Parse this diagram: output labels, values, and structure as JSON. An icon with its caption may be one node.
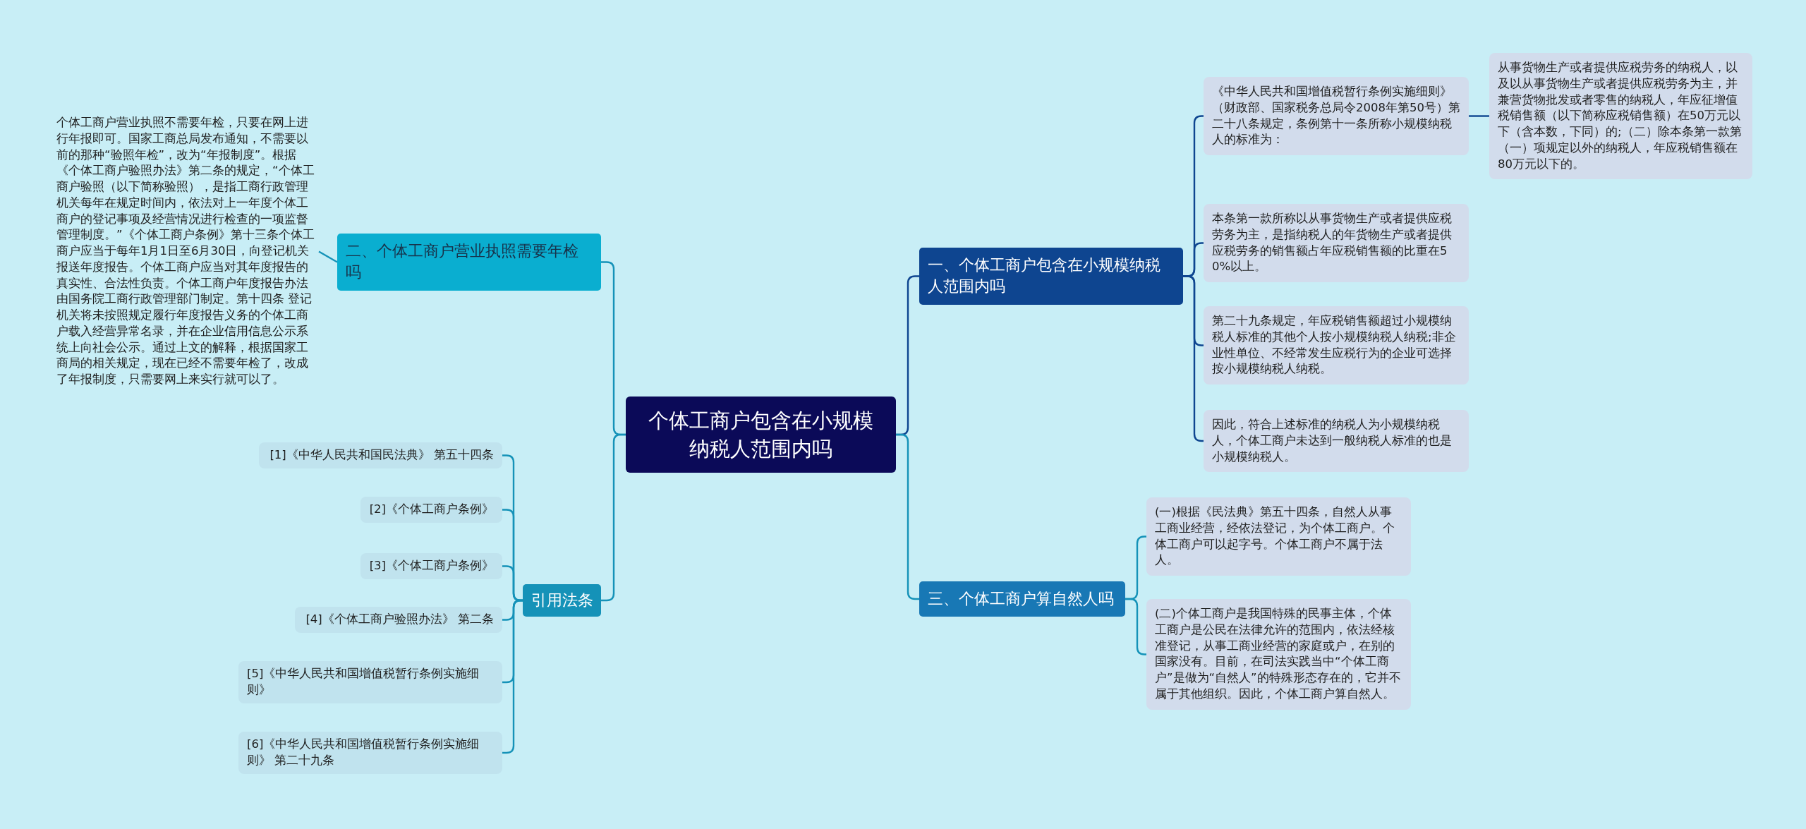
{
  "diagram": {
    "nodes": [
      {
        "text": [
          "个体工商户包含在小规模纳税人范围内吗"
        ]
      },
      {
        "text": [
          "一、个体工商户包含在小规模纳税人范围内吗"
        ]
      },
      {
        "text": [
          "《中华人民共和国增值税暂行条例实施细则》（财政部、国家税务总局令2008年第50号）第二十八条规定，条例第十一条所称小规模纳税人的标准为："
        ]
      },
      {
        "text": [
          "从事货物生产或者提供应税劳务的纳税人，以及以从事货物生产或者提供应税劳务为主，并兼营货物批发或者零售的纳税人，年应征增值税销售额（以下简称应税销售额）在50万元以下（含本数，下同）的;（二）除本条第一款第（一）项规定以外的纳税人，年应税销售额在80万元以下的。"
        ]
      },
      {
        "text": [
          "本条第一款所称以从事货物生产或者提供应税劳务为主，是指纳税人的年货物生产或者提供应税劳务的销售额占年应税销售额的比重在50%以上。"
        ]
      },
      {
        "text": [
          "第二十九条规定，年应税销售额超过小规模纳税人标准的其他个人按小规模纳税人纳税;非企业性单位、不经常发生应税行为的企业可选择按小规模纳税人纳税。"
        ]
      },
      {
        "text": [
          "因此，符合上述标准的纳税人为小规模纳税人，个体工商户未达到一般纳税人标准的也是小规模纳税人。"
        ]
      },
      {
        "text": [
          "三、个体工商户算自然人吗"
        ]
      },
      {
        "text": [
          "(一)根据《民法典》第五十四条，自然人从事工商业经营，经依法登记，为个体工商户。个体工商户可以起字号。个体工商户不属于法人。"
        ]
      },
      {
        "text": [
          "(二)个体工商户是我国特殊的民事主体，个体工商户是公民在法律允许的范围内，依法经核准登记，从事工商业经营的家庭或户，在别的国家没有。目前，在司法实践当中“个体工商户”是做为“自然人”的特殊形态存在的，它并不属于其他组织。因此，个体工商户算自然人。"
        ]
      },
      {
        "text": [
          "二、个体工商户营业执照需要年检吗"
        ]
      },
      {
        "text": [
          "个体工商户营业执照不需要年检，只要在网上进行年报即可。国家工商总局发布通知，不需要以前的那种“验照年检”，改为“年报制度”。根据《个体工商户验照办法》第二条的规定，“个体工商户验照（以下简称验照），是指工商行政管理机关每年在规定时间内，依法对上一年度个体工商户的登记事项及经营情况进行检查的一项监督管理制度。”《个体工商户条例》第十三条个体工商户应当于每年1月1日至6月30日，向登记机关报送年度报告。个体工商户应当对其年度报告的真实性、合法性负责。个体工商户年度报告办法由国务院工商行政管理部门制定。第十四条 登记机关将未按照规定履行年度报告义务的个体工商户载入经营异常名录，并在企业信用信息公示系统上向社会公示。通过上文的解释，根据国家工商局的相关规定，现在已经不需要年检了，改成了年报制度，只需要网上来实行就可以了。"
        ]
      },
      {
        "text": [
          "引用法条"
        ]
      },
      {
        "text": [
          "[1]《中华人民共和国民法典》 第五十四条"
        ]
      },
      {
        "text": [
          "[2]《个体工商户条例》"
        ]
      },
      {
        "text": [
          "[3]《个体工商户条例》"
        ]
      },
      {
        "text": [
          "[4]《个体工商户验照办法》 第二条"
        ]
      },
      {
        "text": [
          "[5]《中华人民共和国增值税暂行条例实施细则》"
        ]
      },
      {
        "text": [
          "[6]《中华人民共和国增值税暂行条例实施细则》 第二十九条"
        ]
      }
    ],
    "edges": [
      {
        "from": 0,
        "to": 1,
        "arrow": "none",
        "color": "#0e4590"
      },
      {
        "from": 1,
        "to": 2,
        "arrow": "none",
        "color": "#0e4590"
      },
      {
        "from": 2,
        "to": 3,
        "arrow": "none",
        "color": "#0e4590"
      },
      {
        "from": 1,
        "to": 4,
        "arrow": "none",
        "color": "#0e4590"
      },
      {
        "from": 1,
        "to": 5,
        "arrow": "none",
        "color": "#0e4590"
      },
      {
        "from": 1,
        "to": 6,
        "arrow": "none",
        "color": "#0e4590"
      },
      {
        "from": 0,
        "to": 7,
        "arrow": "none"
      },
      {
        "from": 7,
        "to": 8,
        "arrow": "none"
      },
      {
        "from": 7,
        "to": 9,
        "arrow": "none"
      },
      {
        "from": 0,
        "to": 10,
        "arrow": "none"
      },
      {
        "from": 10,
        "to": 11,
        "arrow": "none"
      },
      {
        "from": 0,
        "to": 12,
        "arrow": "none"
      },
      {
        "from": 12,
        "to": 13,
        "arrow": "none"
      },
      {
        "from": 12,
        "to": 14,
        "arrow": "none"
      },
      {
        "from": 12,
        "to": 15,
        "arrow": "none"
      },
      {
        "from": 12,
        "to": 16,
        "arrow": "none"
      },
      {
        "from": 12,
        "to": 17,
        "arrow": "none"
      },
      {
        "from": 12,
        "to": 18,
        "arrow": "none"
      }
    ]
  }
}
